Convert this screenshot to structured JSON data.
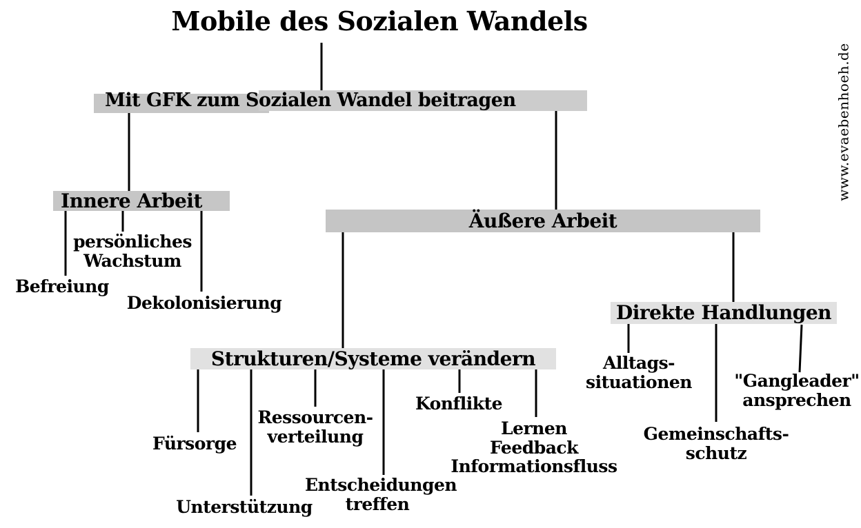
{
  "title": "Mobile des Sozialen Wandels",
  "watermark": "www.evaebenhoeh.de",
  "root": {
    "label": "Mit GFK zum Sozialen Wandel beitragen"
  },
  "branches": {
    "innere": {
      "label": "Innere Arbeit",
      "children": {
        "befreiung": {
          "label": "Befreiung"
        },
        "wachstum": {
          "line1": "persönliches",
          "line2": "Wachstum"
        },
        "dekolonisierung": {
          "label": "Dekolonisierung"
        }
      }
    },
    "aeussere": {
      "label": "Äußere Arbeit",
      "children": {
        "strukturen": {
          "label": "Strukturen/Systeme verändern",
          "children": {
            "fuersorge": {
              "label": "Fürsorge"
            },
            "unterstuetzung": {
              "label": "Unterstützung"
            },
            "ressourcen": {
              "line1": "Ressourcen-",
              "line2": "verteilung"
            },
            "entscheidungen": {
              "line1": "Entscheidungen",
              "line2": "treffen"
            },
            "konflikte": {
              "label": "Konflikte"
            },
            "lernen": {
              "line1": "Lernen",
              "line2": "Feedback",
              "line3": "Informationsfluss"
            }
          }
        },
        "direkte": {
          "label": "Direkte Handlungen",
          "children": {
            "alltags": {
              "line1": "Alltags-",
              "line2": "situationen"
            },
            "gemeinschaft": {
              "line1": "Gemeinschafts-",
              "line2": "schutz"
            },
            "gangleader": {
              "line1": "\"Gangleader\"",
              "line2": "ansprechen"
            }
          }
        }
      }
    }
  },
  "colors": {
    "background": "#ffffff",
    "text": "#000000",
    "bar_medium": "#c6c6c6",
    "bar_medium_alt": "#cccccc",
    "bar_light": "#e1e1e1",
    "line": "#000000"
  }
}
